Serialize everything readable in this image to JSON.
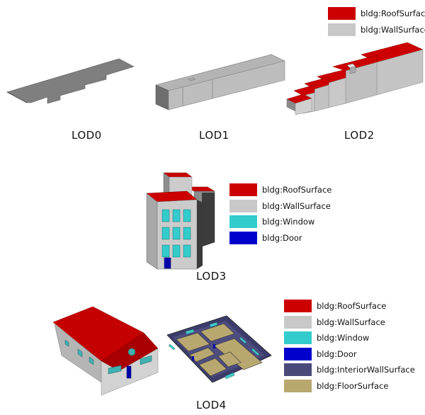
{
  "colors": {
    "roof": "#cc0000",
    "wall": "#c8c8c8",
    "window": "#33cccc",
    "door": "#0000aa",
    "interior_wall": "#4a4a7a",
    "floor": "#b8a870"
  },
  "lod_labels": {
    "lod0": "LOD0",
    "lod1": "LOD1",
    "lod2": "LOD2",
    "lod3": "LOD3",
    "lod4": "LOD4"
  },
  "legend_lod2": [
    {
      "label": "bldg:RoofSurface",
      "color": "#cc0000"
    },
    {
      "label": "bldg:WallSurface",
      "color": "#c8c8c8"
    }
  ],
  "legend_lod3": [
    {
      "label": "bldg:RoofSurface",
      "color": "#cc0000"
    },
    {
      "label": "bldg:WallSurface",
      "color": "#c8c8c8"
    },
    {
      "label": "bldg:Window",
      "color": "#33cccc"
    },
    {
      "label": "bldg:Door",
      "color": "#0000cc"
    }
  ],
  "legend_lod4": [
    {
      "label": "bldg:RoofSurface",
      "color": "#cc0000"
    },
    {
      "label": "bldg:WallSurface",
      "color": "#c8c8c8"
    },
    {
      "label": "bldg:Window",
      "color": "#33cccc"
    },
    {
      "label": "bldg:Door",
      "color": "#0000cc"
    },
    {
      "label": "bldg:InteriorWallSurface",
      "color": "#4a4a7a"
    },
    {
      "label": "bldg:FloorSurface",
      "color": "#b8a870"
    }
  ]
}
